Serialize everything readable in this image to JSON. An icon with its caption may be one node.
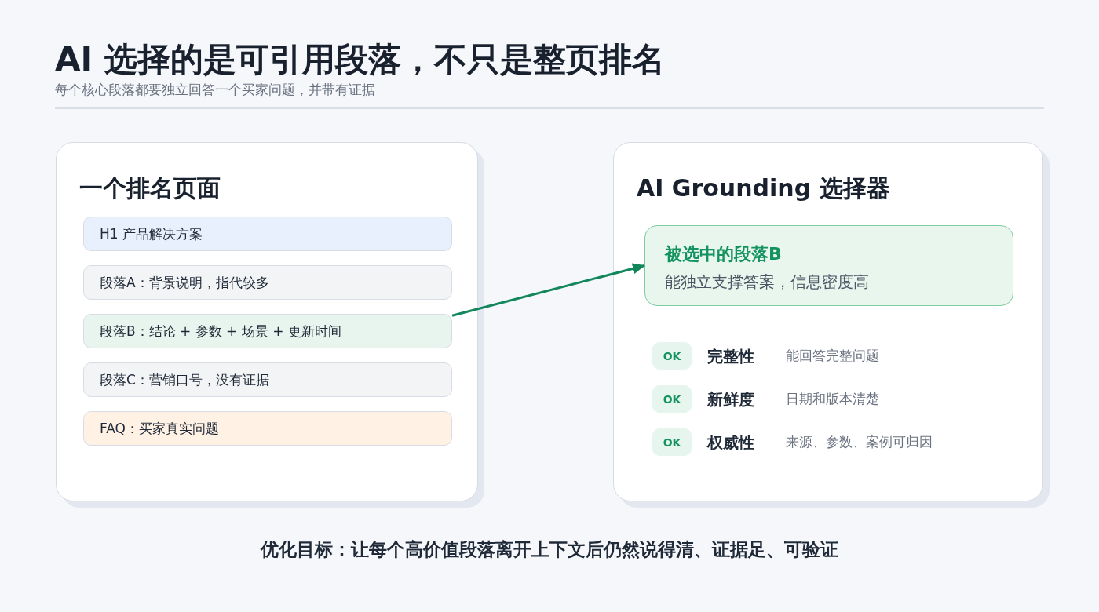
{
  "diagram": {
    "title": "AI 选择的是可引用段落，不只是整页排名",
    "caption": "优化目标：让每个高价值段落离开上下文后仍然说得清、证据足、可验证",
    "nodes": [
      {
        "text": [
          "一个排名页面"
        ]
      },
      {
        "text": [
          "H1 产品解决方案"
        ],
        "in": 0
      },
      {
        "text": [
          "段落A：背景说明，指代较多"
        ],
        "in": 0
      },
      {
        "text": [
          "段落B：结论 + 参数 + 场景 + 更新时间"
        ],
        "in": 0
      },
      {
        "text": [
          "段落C：营销口号，没有证据"
        ],
        "in": 0
      },
      {
        "text": [
          "FAQ：买家真实问题"
        ],
        "in": 0
      },
      {
        "text": [
          "AI Grounding 选择器"
        ]
      },
      {
        "text": [
          "被选中的段落B",
          "能独立支撑答案，信息密度高"
        ],
        "in": 6
      },
      {
        "text": [
          "OK"
        ],
        "in": 6,
        "beside": [
          "完整性",
          "能回答完整问题"
        ]
      },
      {
        "text": [
          "OK"
        ],
        "in": 6,
        "beside": [
          "新鲜度",
          "日期和版本清楚"
        ]
      },
      {
        "text": [
          "OK"
        ],
        "in": 6,
        "beside": [
          "权威性",
          "来源、参数、案例可归因"
        ]
      }
    ],
    "edges": [
      {
        "from": 3,
        "to": 7,
        "arrow": "to"
      }
    ],
    "labels": [
      "每个核心段落都要独立回答一个买家问题，并带有证据"
    ]
  }
}
